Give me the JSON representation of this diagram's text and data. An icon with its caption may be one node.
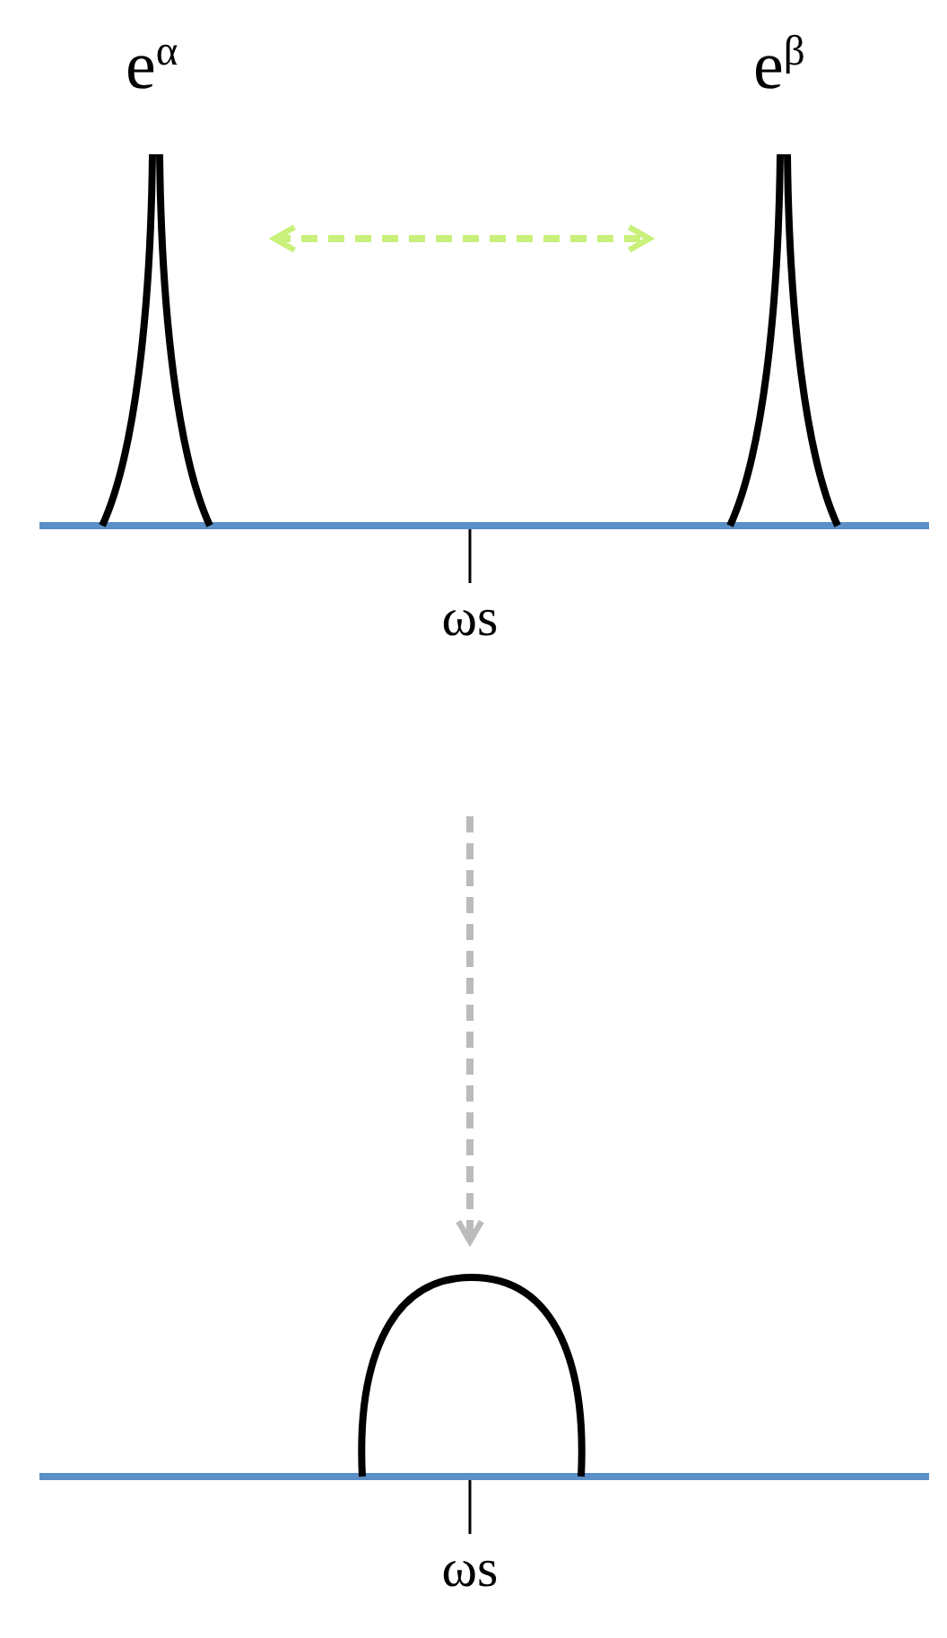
{
  "diagram": {
    "nodes": [
      {
        "text": [
          "e$^{α}$"
        ]
      },
      {
        "text": [
          "e$^{β}$"
        ]
      },
      {
        "text": [
          "ωs"
        ]
      },
      {
        "text": [],
        "shape": "picture"
      }
    ],
    "edges": [
      {
        "from": 0,
        "to": 1,
        "arrow": "both",
        "style": "dashed",
        "color": "#c8f07a"
      },
      {
        "from": null,
        "to": 3,
        "arrow": "to",
        "style": "dashed",
        "color": "#bbbbbb"
      }
    ],
    "labels": [
      "ωs"
    ]
  }
}
